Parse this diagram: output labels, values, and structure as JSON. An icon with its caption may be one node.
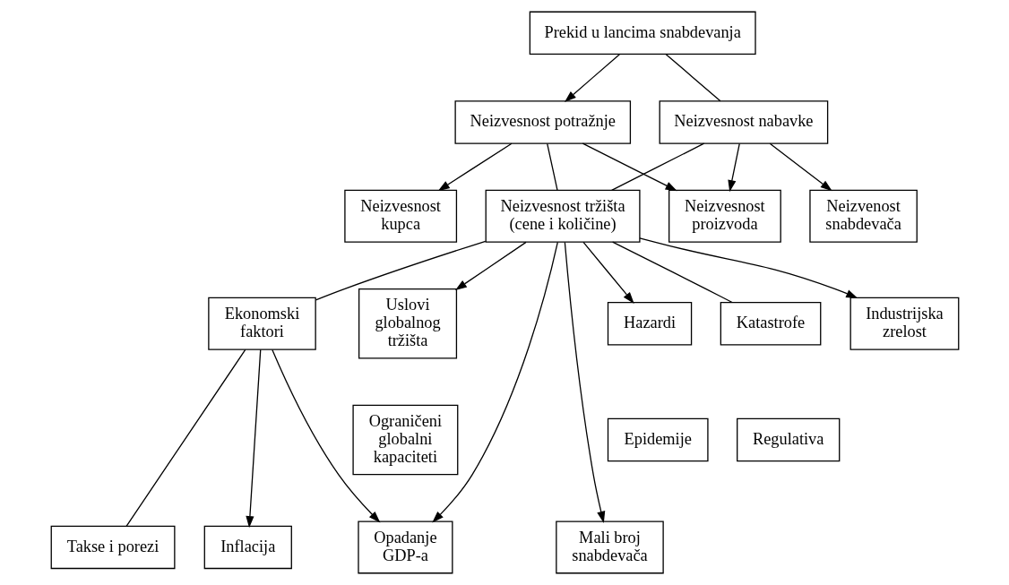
{
  "diagram": {
    "nodes": [
      {
        "text": [
          "Prekid u lancima snabdevanja"
        ]
      },
      {
        "text": [
          "Neizvesnost nabavke"
        ]
      },
      {
        "text": [
          "Neizvesnost potražnje"
        ]
      },
      {
        "text": [
          "Neizvesnost tržišta (cene i količine)"
        ]
      },
      {
        "text": [
          "Neizvesnost proizvoda"
        ]
      },
      {
        "text": [
          "Neizvenost snabdevača"
        ]
      },
      {
        "text": [
          "Neizvesnost kupca"
        ]
      },
      {
        "text": [
          "Ekonomski faktori"
        ]
      },
      {
        "text": [
          "Uslovi globalnog tržišta"
        ]
      },
      {
        "text": [
          "Hazardi"
        ]
      },
      {
        "text": [
          "Katastrofe"
        ]
      },
      {
        "text": [
          "Industrijska zrelost"
        ]
      },
      {
        "text": [
          "Ograničeni globalni kapaciteti"
        ]
      },
      {
        "text": [
          "Epidemije"
        ]
      },
      {
        "text": [
          "Regulativa"
        ]
      },
      {
        "text": [
          "Takse i porezi"
        ]
      },
      {
        "text": [
          "Inflacija"
        ]
      },
      {
        "text": [
          "Opadanje GDP-a"
        ]
      },
      {
        "text": [
          "Mali broj snabdevača"
        ]
      }
    ],
    "edges": [
      {
        "from": 0,
        "to": 1,
        "arrow": "none"
      },
      {
        "from": 0,
        "to": 2,
        "arrow": "to"
      },
      {
        "from": 1,
        "to": 3,
        "arrow": "none"
      },
      {
        "from": 1,
        "to": 4,
        "arrow": "to"
      },
      {
        "from": 1,
        "to": 5,
        "arrow": "to"
      },
      {
        "from": 2,
        "to": 3,
        "arrow": "none"
      },
      {
        "from": 2,
        "to": 4,
        "arrow": "to"
      },
      {
        "from": 2,
        "to": 6,
        "arrow": "to"
      },
      {
        "from": 3,
        "to": 7,
        "arrow": "none"
      },
      {
        "from": 3,
        "to": 8,
        "arrow": "to"
      },
      {
        "from": 3,
        "to": 9,
        "arrow": "to"
      },
      {
        "from": 3,
        "to": 10,
        "arrow": "none"
      },
      {
        "from": 3,
        "to": 11,
        "arrow": "to"
      },
      {
        "from": 3,
        "to": 17,
        "arrow": "to"
      },
      {
        "from": 3,
        "to": 18,
        "arrow": "to"
      },
      {
        "from": 7,
        "to": 15,
        "arrow": "none"
      },
      {
        "from": 7,
        "to": 16,
        "arrow": "to"
      },
      {
        "from": 7,
        "to": 17,
        "arrow": "to"
      }
    ]
  }
}
